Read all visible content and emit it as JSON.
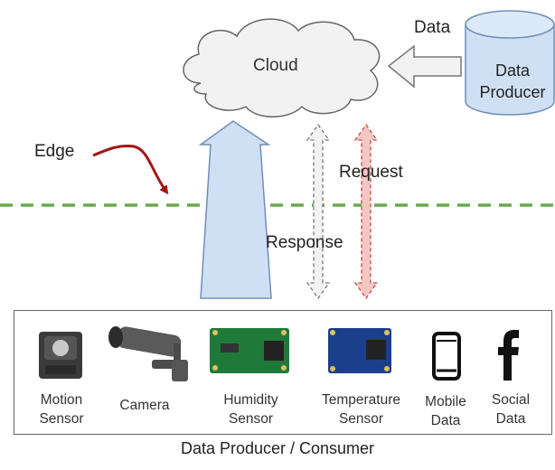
{
  "cloud": {
    "label": "Cloud"
  },
  "data_flow": {
    "label": "Data"
  },
  "producer": {
    "line1": "Data",
    "line2": "Producer"
  },
  "edge": {
    "label": "Edge"
  },
  "request": {
    "label": "Request"
  },
  "response": {
    "label": "Response"
  },
  "devices": [
    {
      "line1": "Motion",
      "line2": "Sensor"
    },
    {
      "line1": "Camera",
      "line2": ""
    },
    {
      "line1": "Humidity",
      "line2": "Sensor"
    },
    {
      "line1": "Temperature",
      "line2": "Sensor"
    },
    {
      "line1": "Mobile",
      "line2": "Data"
    },
    {
      "line1": "Social",
      "line2": "Data"
    }
  ],
  "footer": {
    "label": "Data Producer / Consumer"
  },
  "colors": {
    "cloud_fill": "#f2f2f2",
    "arrow_blue": "#cfe0f5",
    "edge_line": "#6aa84f",
    "edge_arrow": "#a31515",
    "request_arrow": "#f4c7c3",
    "request_border": "#cc4444"
  }
}
